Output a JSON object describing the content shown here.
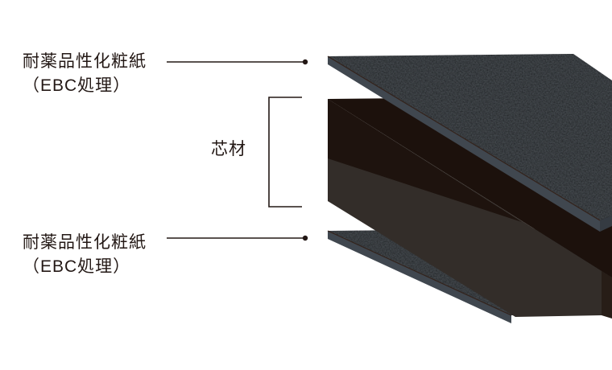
{
  "diagram": {
    "type": "laminate-layer-structure",
    "labels": {
      "top_sheet": {
        "line1": "耐薬品性化粧紙",
        "line2": "（EBC処理）"
      },
      "core": "芯材",
      "bottom_sheet": {
        "line1": "耐薬品性化粧紙",
        "line2": "（EBC処理）"
      }
    },
    "layers": [
      {
        "position": "top",
        "name": "耐薬品性化粧紙（EBC処理）"
      },
      {
        "position": "middle",
        "name": "芯材"
      },
      {
        "position": "bottom",
        "name": "耐薬品性化粧紙（EBC処理）"
      }
    ],
    "colors": {
      "background": "#ffffff",
      "sheet_top_face": "#43464b",
      "sheet_edge_face": "#40474f",
      "sheet_front_face": "#353b42",
      "core_side_face": "#332d29",
      "core_front_face": "#271d17",
      "core_top_shadow": "#1c110c",
      "hairline": "#33231c",
      "line": "#231815",
      "text": "#231815"
    }
  }
}
